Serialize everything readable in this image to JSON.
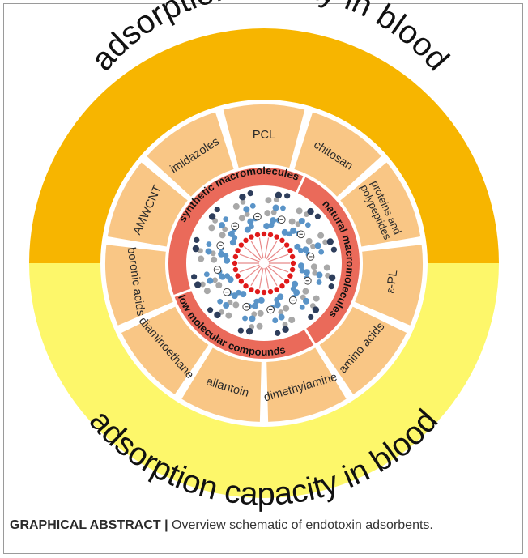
{
  "colors": {
    "outer_top": "#f7b500",
    "outer_bottom": "#fdf76a",
    "tile": "#f9c685",
    "category_ring": "#ea6a5a",
    "center_red": "#e01a1a",
    "center_blue": "#5a94c8",
    "center_gray": "#a8a8a8",
    "center_navy": "#2e3e5c"
  },
  "diagram": {
    "outer_top_label": "adsorption affinity in blood",
    "outer_bottom_label": "adsorption capacity in blood",
    "categories": [
      {
        "key": "synthetic",
        "label": "synthetic macromolecules"
      },
      {
        "key": "natural",
        "label": "natural macromolecules"
      },
      {
        "key": "low",
        "label": "low molecular compounds"
      }
    ],
    "adsorbents": [
      {
        "label": "PCL"
      },
      {
        "label": "chitosan"
      },
      {
        "label": "proteins and polypeptides",
        "lines": [
          "proteins and",
          "polypeptides"
        ]
      },
      {
        "label": "ε-PL"
      },
      {
        "label": "amino acids"
      },
      {
        "label": "dimethylamine"
      },
      {
        "label": "allantoin"
      },
      {
        "label": "diaminoethane"
      },
      {
        "label": "boronic acids"
      },
      {
        "label": "AMWCNT"
      },
      {
        "label": "imidazoles"
      }
    ]
  },
  "caption": {
    "label": "GRAPHICAL ABSTRACT |",
    "text": " Overview schematic of endotoxin adsorbents."
  }
}
